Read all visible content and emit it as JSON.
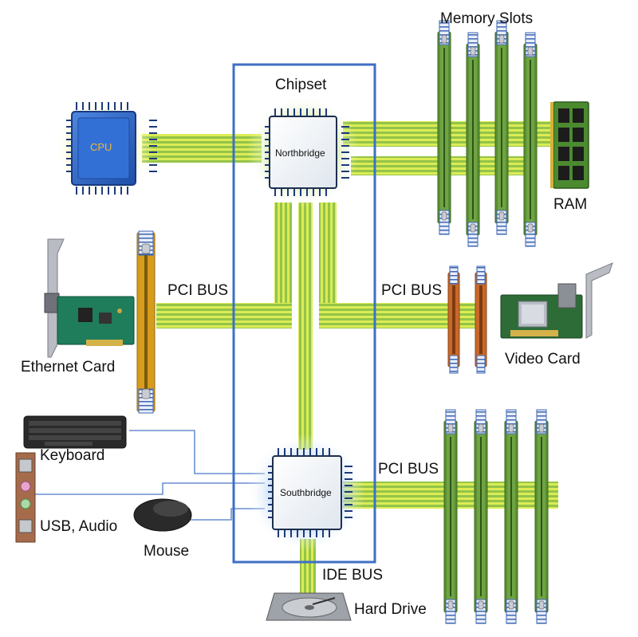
{
  "diagram": {
    "chipset_label": "Chipset",
    "northbridge": "Northbridge",
    "southbridge": "Southbridge",
    "cpu": "CPU",
    "memory_slots": "Memory Slots",
    "ram": "RAM",
    "pci_bus_left": "PCI BUS",
    "pci_bus_video": "PCI BUS",
    "pci_bus_lower": "PCI BUS",
    "ethernet_card": "Ethernet Card",
    "video_card": "Video Card",
    "keyboard": "Keyboard",
    "usb_audio": "USB, Audio",
    "mouse": "Mouse",
    "ide_bus": "IDE BUS",
    "hard_drive": "Hard Drive"
  },
  "colors": {
    "bus_yellow": "#d9ea4f",
    "bus_green": "#93c449",
    "chipset_border": "#3f6fc4",
    "memory_slot_green": "#5b8f33",
    "pci_slot_orange": "#c8692a",
    "ethernet_slot_gold": "#d79c1c",
    "cpu_blue": "#2e62c8",
    "wire_blue": "#4a78c8"
  }
}
